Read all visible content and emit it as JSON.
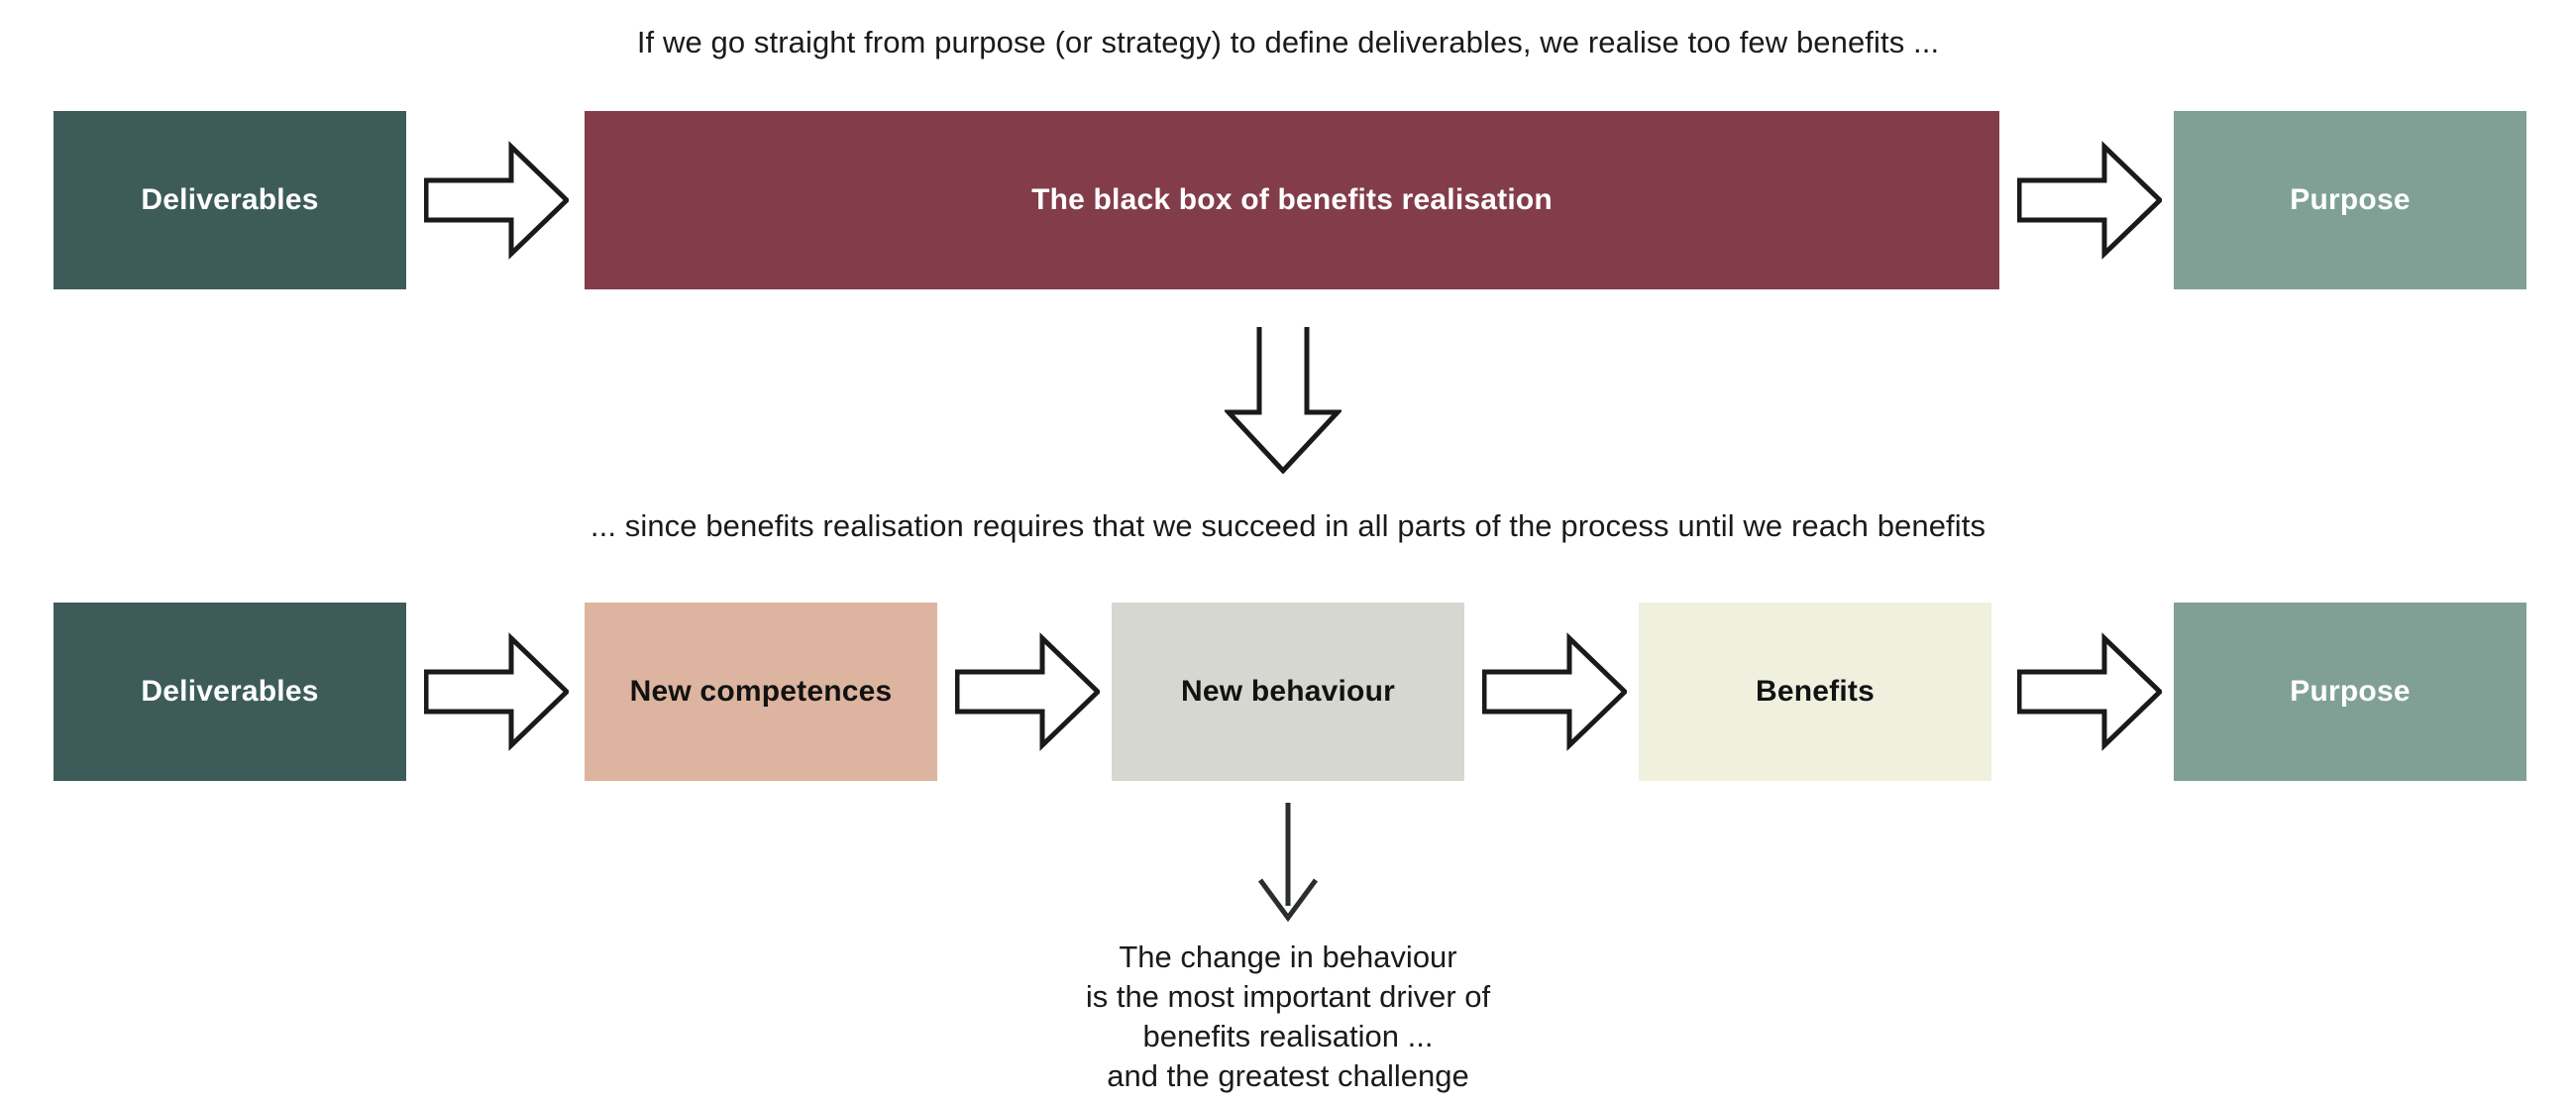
{
  "diagram": {
    "title_top": "If we go straight from purpose (or strategy) to define deliverables, we realise too few benefits ...",
    "title_mid": "... since benefits realisation requires that we succeed in all parts of the process until we reach benefits",
    "background_color": "#FFFFFF",
    "arrow_stroke_color": "#1A1A1A",
    "arrow_fill_color": "#FFFFFF"
  },
  "chart_data": {
    "type": "diagram",
    "title": "Benefits realisation process",
    "rows": [
      {
        "id": "row-straight-to-deliverables",
        "caption": "If we go straight from purpose (or strategy) to define deliverables, we realise too few benefits ...",
        "nodes": [
          {
            "label": "Deliverables",
            "fill": "#3D5C59",
            "text_color": "#FFFFFF"
          },
          {
            "label": "The black box of benefits realisation",
            "fill": "#833C49",
            "text_color": "#FFFFFF"
          },
          {
            "label": "Purpose",
            "fill": "#80A096",
            "text_color": "#FFFFFF"
          }
        ],
        "connectors": [
          "block-arrow-right",
          "block-arrow-right"
        ]
      },
      {
        "id": "row-full-benefits-chain",
        "caption": "... since benefits realisation requires that we succeed in all parts of the process until we reach benefits",
        "nodes": [
          {
            "label": "Deliverables",
            "fill": "#3D5C59",
            "text_color": "#FFFFFF"
          },
          {
            "label": "New competences",
            "fill": "#DDB49F",
            "text_color": "#121212"
          },
          {
            "label": "New behaviour",
            "fill": "#D6D7D1",
            "text_color": "#121212"
          },
          {
            "label": "Benefits",
            "fill": "#EFF0DE",
            "text_color": "#121212"
          },
          {
            "label": "Purpose",
            "fill": "#80A096",
            "text_color": "#FFFFFF"
          }
        ],
        "connectors": [
          "block-arrow-right",
          "block-arrow-right",
          "block-arrow-right",
          "block-arrow-right"
        ]
      }
    ],
    "vertical_connectors": [
      {
        "id": "row1-to-row2",
        "style": "block-arrow-down"
      },
      {
        "id": "behaviour-to-note",
        "style": "line-arrow-down"
      }
    ],
    "annotation": {
      "lines": [
        "The change in behaviour",
        "is the most important driver of",
        "benefits realisation ...",
        "and the greatest challenge"
      ]
    }
  },
  "row1": {
    "deliverables": {
      "label": "Deliverables"
    },
    "blackbox": {
      "label": "The black box of benefits realisation"
    },
    "purpose": {
      "label": "Purpose"
    }
  },
  "row2": {
    "deliverables": {
      "label": "Deliverables"
    },
    "competences": {
      "label": "New competences"
    },
    "behaviour": {
      "label": "New behaviour"
    },
    "benefits": {
      "label": "Benefits"
    },
    "purpose": {
      "label": "Purpose"
    }
  },
  "note": {
    "line1": "The change in behaviour",
    "line2": "is the most important driver of",
    "line3": "benefits realisation ...",
    "line4": "and the greatest challenge"
  }
}
